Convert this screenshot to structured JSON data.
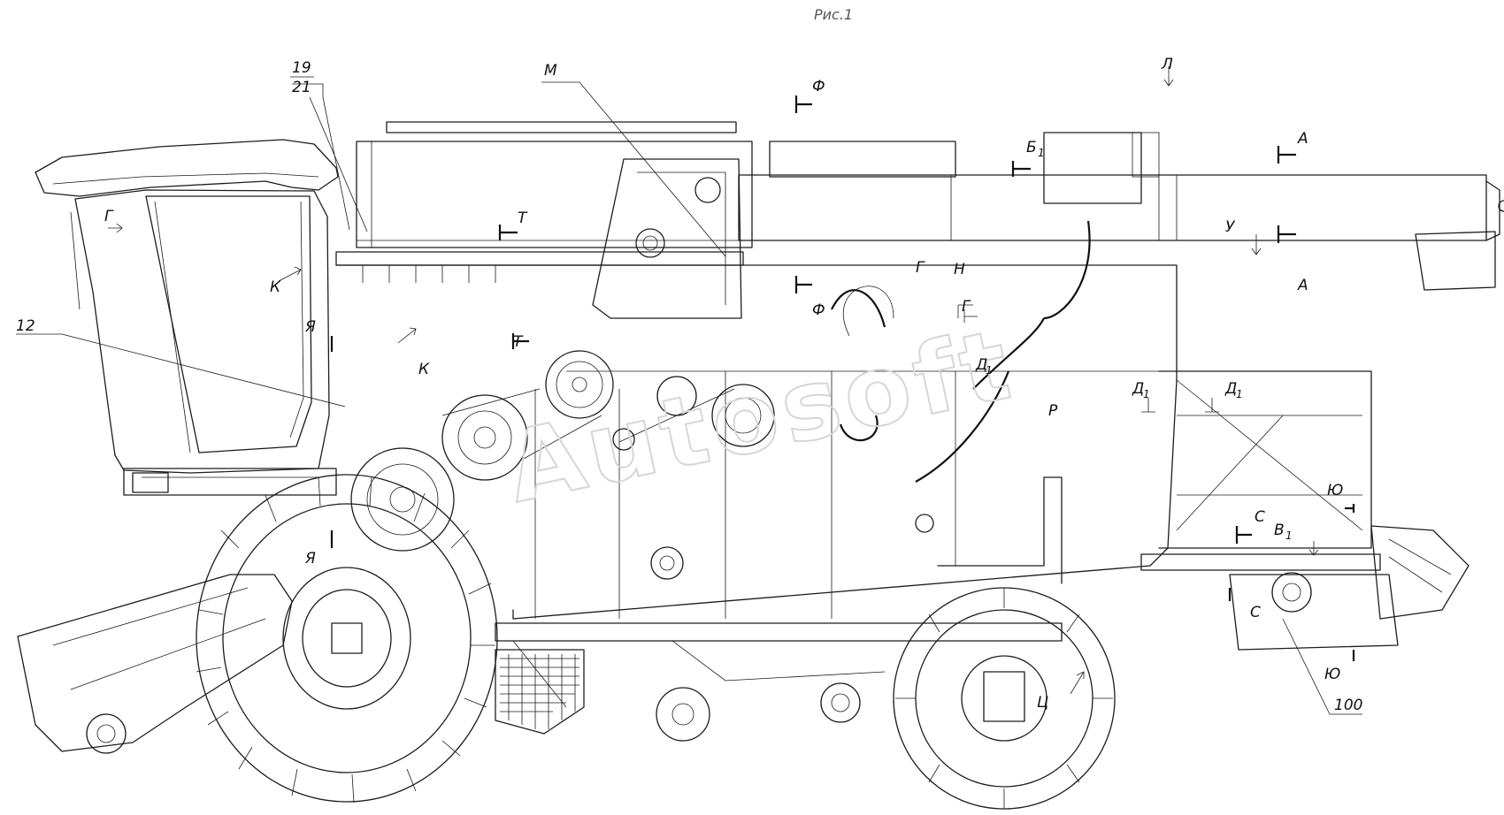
{
  "figure": {
    "title": "Рис.1",
    "watermark": "Autosoft"
  },
  "callouts": [
    {
      "id": "m",
      "text": "М"
    },
    {
      "id": "l",
      "text": "Л"
    },
    {
      "id": "f1",
      "text": "Ф"
    },
    {
      "id": "f2",
      "text": "Ф"
    },
    {
      "id": "a1",
      "text": "А"
    },
    {
      "id": "a2",
      "text": "А"
    },
    {
      "id": "b1",
      "text": "Б"
    },
    {
      "id": "t1",
      "text": "Т"
    },
    {
      "id": "t2",
      "text": "Т"
    },
    {
      "id": "g1",
      "text": "Г"
    },
    {
      "id": "g2",
      "text": "Г"
    },
    {
      "id": "g3",
      "text": "Г"
    },
    {
      "id": "k1",
      "text": "К"
    },
    {
      "id": "k2",
      "text": "К"
    },
    {
      "id": "ya1",
      "text": "Я"
    },
    {
      "id": "ya2",
      "text": "Я"
    },
    {
      "id": "u",
      "text": "У"
    },
    {
      "id": "n",
      "text": "Н"
    },
    {
      "id": "d1",
      "text": "Д"
    },
    {
      "id": "d2",
      "text": "Д"
    },
    {
      "id": "d3",
      "text": "Д"
    },
    {
      "id": "r",
      "text": "Р"
    },
    {
      "id": "yu1",
      "text": "Ю"
    },
    {
      "id": "yu2",
      "text": "Ю"
    },
    {
      "id": "s1",
      "text": "С"
    },
    {
      "id": "s2",
      "text": "С"
    },
    {
      "id": "v1",
      "text": "В"
    },
    {
      "id": "ts",
      "text": "Ц"
    }
  ],
  "subscripts": {
    "one": "1"
  },
  "part_numbers": {
    "p19": "19",
    "p21": "21",
    "p12": "12",
    "p100": "100"
  }
}
